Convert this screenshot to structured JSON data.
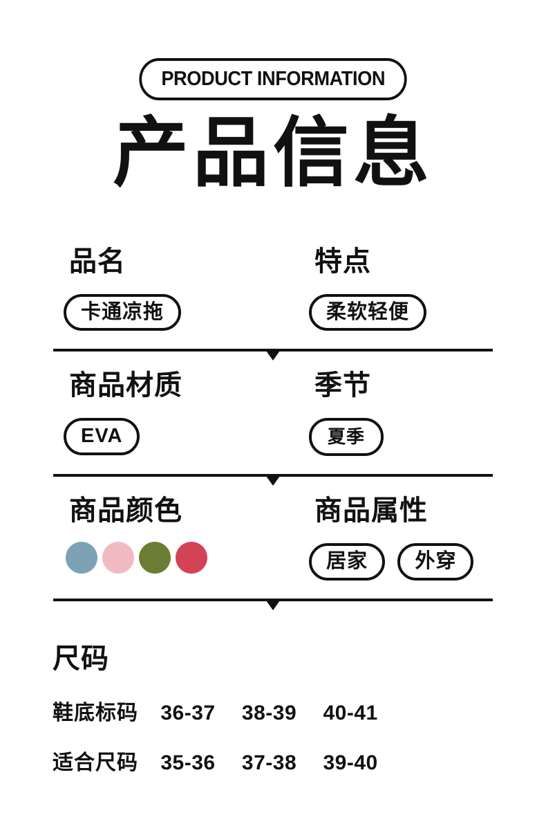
{
  "badge": {
    "label": "PRODUCT INFORMATION"
  },
  "title": "产品信息",
  "ink_color": "#111111",
  "sections": {
    "row1": {
      "left": {
        "heading": "品名",
        "tag": "卡通凉拖"
      },
      "right": {
        "heading": "特点",
        "tag": "柔软轻便"
      }
    },
    "row2": {
      "left": {
        "heading": "商品材质",
        "tag": "EVA"
      },
      "right": {
        "heading": "季节",
        "tag": "夏季"
      }
    },
    "row3": {
      "left": {
        "heading": "商品颜色",
        "colors": [
          "#7CA2B6",
          "#F1BAC3",
          "#6B7D32",
          "#D24356"
        ]
      },
      "right": {
        "heading": "商品属性",
        "tags": [
          "居家",
          "外穿"
        ]
      }
    }
  },
  "size_section": {
    "heading": "尺码",
    "rows": [
      {
        "label": "鞋底标码",
        "values": [
          "36-37",
          "38-39",
          "40-41"
        ]
      },
      {
        "label": "适合尺码",
        "values": [
          "35-36",
          "37-38",
          "39-40"
        ]
      }
    ]
  }
}
